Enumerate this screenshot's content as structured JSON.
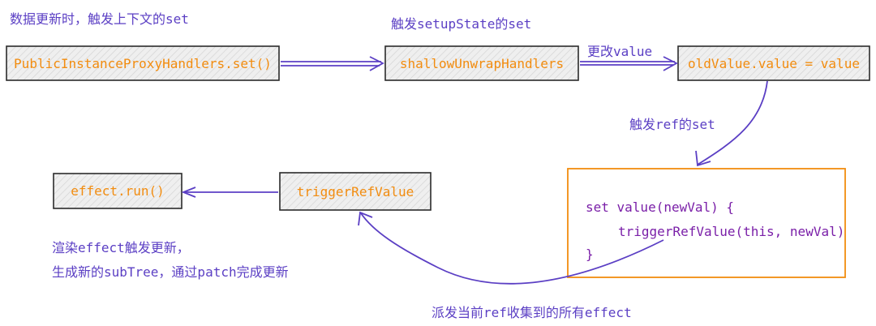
{
  "annotations": {
    "top_left": "数据更新时，触发上下文的set",
    "top_mid": "触发setupState的set",
    "change_value": "更改value",
    "trigger_ref": "触发ref的set",
    "render_line1": "渲染effect触发更新，",
    "render_line2": "生成新的subTree，通过patch完成更新",
    "dispatch": "派发当前ref收集到的所有effect"
  },
  "nodes": {
    "n1": "PublicInstanceProxyHandlers.set()",
    "n2": "shallowUnwrapHandlers",
    "n3": "oldValue.value = value",
    "n4": "triggerRefValue",
    "n5": "effect.run()"
  },
  "code": {
    "line1": "set value(newVal) {",
    "line2": "triggerRefValue(this, newVal)",
    "line3": "}"
  },
  "colors": {
    "annotation": "#5b3fc4",
    "node_text": "#f28c0f",
    "node_fill": "#eeeeee",
    "code_border": "#f28c0f",
    "code_text": "#7a1fa8",
    "arrow": "#5b3fc4"
  }
}
